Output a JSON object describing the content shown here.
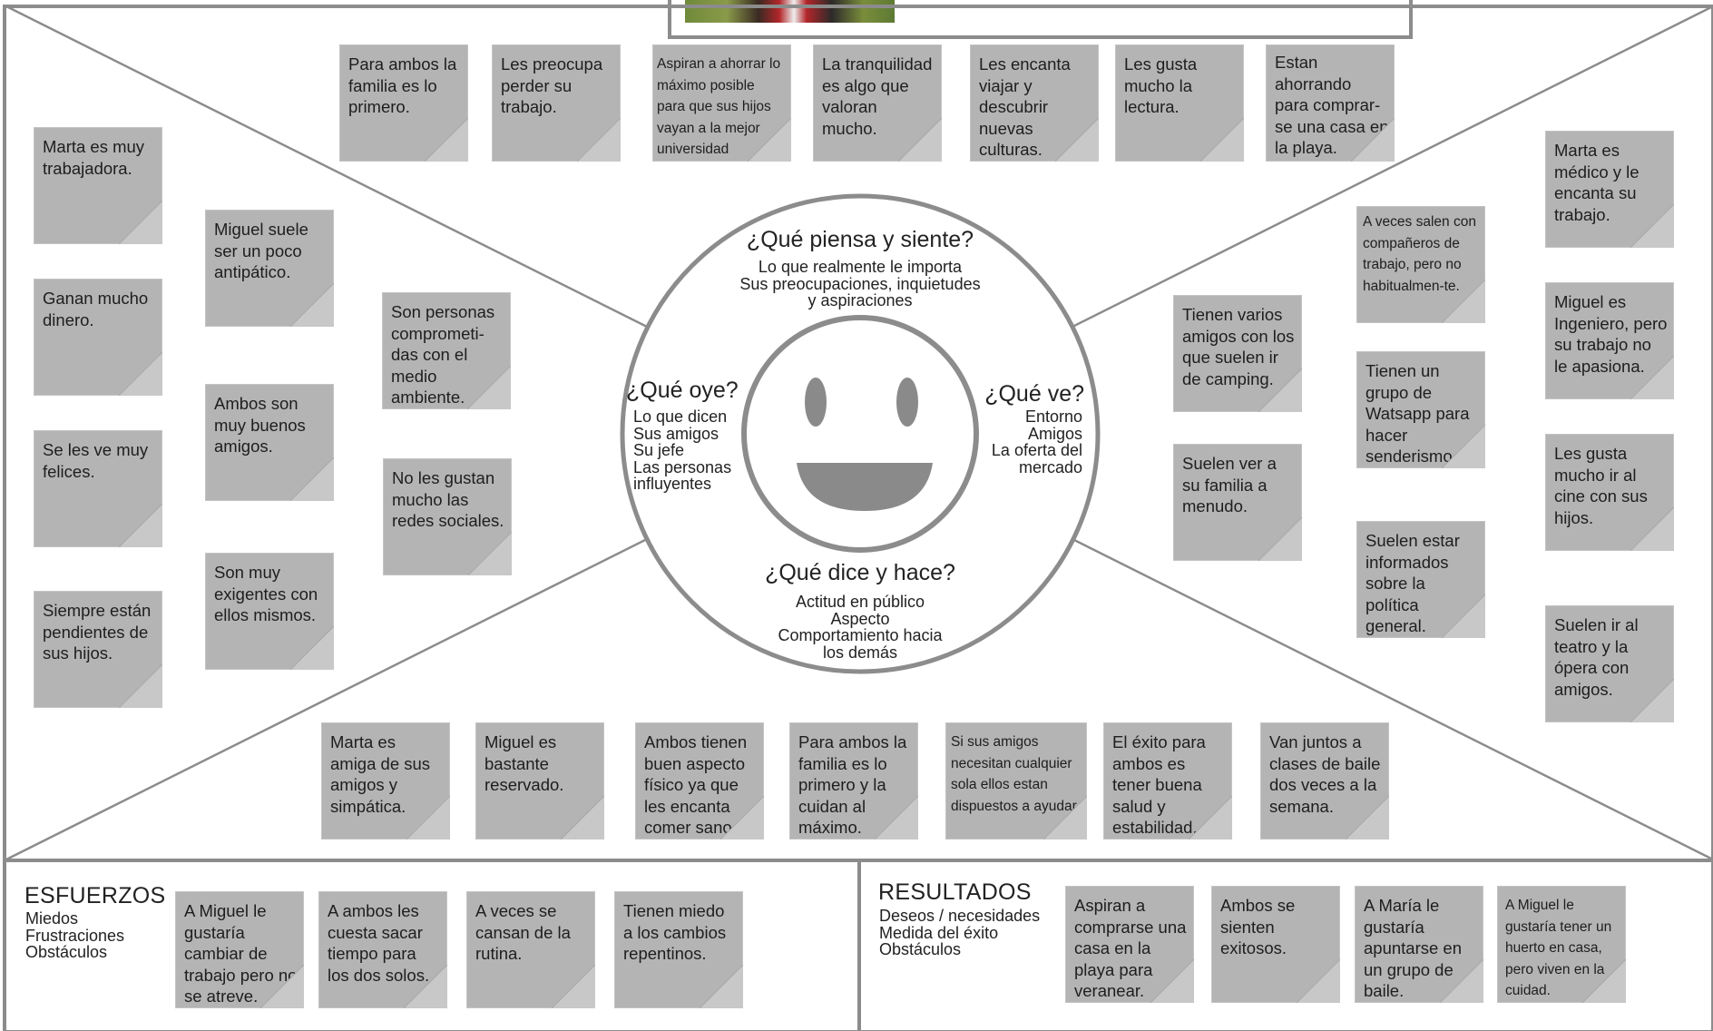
{
  "center": {
    "top": {
      "title": "¿Qué piensa y siente?",
      "sub": "Lo que realmente le importa\nSus preocupaciones, inquietudes\ny aspiraciones"
    },
    "left": {
      "title": "¿Qué oye?",
      "sub": "Lo que dicen\nSus amigos\nSu jefe\nLas personas\ninfluyentes"
    },
    "right": {
      "title": "¿Qué ve?",
      "sub": "Entorno\nAmigos\nLa oferta del\nmercado"
    },
    "bottom": {
      "title": "¿Qué dice y hace?",
      "sub": "Actitud en público\nAspecto\nComportamiento hacia\nlos demás"
    }
  },
  "esfuerzos": {
    "title": "ESFUERZOS",
    "sub": "Miedos\nFrustraciones\nObstáculos"
  },
  "resultados": {
    "title": "RESULTADOS",
    "sub": "Deseos / necesidades\nMedida del éxito\nObstáculos"
  },
  "notes": [
    "Para ambos la familia es lo primero.",
    "Les preocupa perder su trabajo.",
    "Aspiran a ahorrar lo máximo posible para que sus hijos vayan a la mejor universidad",
    "La tranquilidad es algo que valoran mucho.",
    "Les encanta viajar y descubrir nuevas culturas.",
    "Les gusta mucho la lectura.",
    "Estan ahorrando para comprar-se una casa en la playa.",
    "Marta es muy trabajadora.",
    "Ganan mucho dinero.",
    "Se les ve muy felices.",
    "Siempre están pendientes de sus hijos.",
    "Miguel suele ser un poco antipático.",
    "Ambos son muy buenos amigos.",
    "Son muy exigentes con ellos mismos.",
    "Son personas comprometi-das con el medio ambiente.",
    "No les gustan mucho las redes sociales.",
    "Tienen varios amigos con los que suelen ir de camping.",
    "Suelen ver a su familia a menudo.",
    "A veces salen con compañeros de trabajo, pero no habitualmen-te.",
    "Tienen un grupo de Watsapp para hacer senderismo.",
    "Suelen estar informados sobre la política general.",
    "Marta es médico y le encanta su trabajo.",
    "Miguel es Ingeniero, pero su trabajo no le apasiona.",
    "Les gusta mucho ir al cine con sus hijos.",
    "Suelen ir al teatro y la ópera con amigos.",
    "Marta es amiga de sus amigos y simpática.",
    "Miguel es bastante reservado.",
    "Ambos tienen buen aspecto físico ya que les encanta comer sano.",
    "Para ambos la familia es lo primero y la cuidan al máximo.",
    "Si sus amigos necesitan cualquier sola ellos estan dispuestos a ayudar.",
    "El éxito para ambos es tener buena salud y estabilidad.",
    "Van juntos a clases de baile dos veces a la semana.",
    "A Miguel le gustaría cambiar de trabajo pero no se atreve.",
    "A ambos les cuesta sacar tiempo para los dos solos.",
    "A veces se cansan de la rutina.",
    "Tienen miedo a los cambios repentinos.",
    "Aspiran a comprarse una casa en la playa para veranear.",
    "Ambos se sienten exitosos.",
    "A María le gustaría apuntarse en un grupo de baile.",
    "A Miguel le gustaría tener un huerto en casa, pero viven en la cuidad."
  ],
  "colors": {
    "line": "#8c8c8c",
    "note": "#b4b4b4",
    "fold": "#c8c8c8",
    "face": "#8a8a8a"
  }
}
